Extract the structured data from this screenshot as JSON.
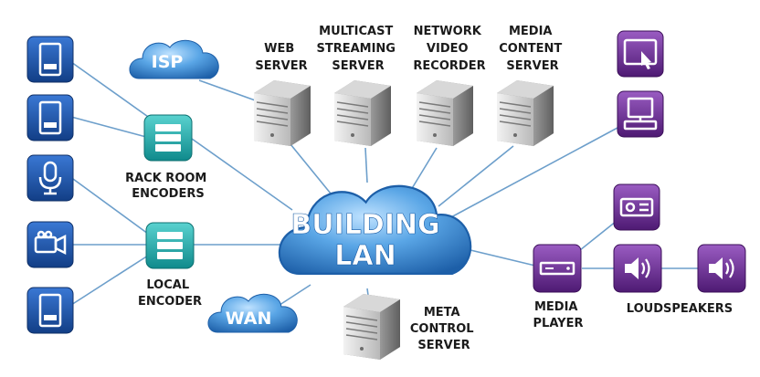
{
  "clouds": {
    "isp": "ISP",
    "wan": "WAN",
    "building_line1": "BUILDING",
    "building_line2": "LAN"
  },
  "servers": {
    "web": [
      "WEB",
      "SERVER"
    ],
    "multicast": [
      "MULTICAST",
      "STREAMING",
      "SERVER"
    ],
    "nvr": [
      "NETWORK",
      "VIDEO",
      "RECORDER"
    ],
    "media_content": [
      "MEDIA",
      "CONTENT",
      "SERVER"
    ],
    "meta_control": [
      "META",
      "CONTROL",
      "SERVER"
    ]
  },
  "encoders": {
    "rack_room": [
      "RACK ROOM",
      "ENCODERS"
    ],
    "local": [
      "LOCAL",
      "ENCODER"
    ]
  },
  "output": {
    "media_player": [
      "MEDIA",
      "PLAYER"
    ],
    "loudspeakers": "LOUDSPEAKERS"
  },
  "icons": {
    "left_column": [
      "phone-icon",
      "phone-icon",
      "microphone-icon",
      "video-camera-icon",
      "phone-icon"
    ],
    "right_column": [
      "touch-panel-icon",
      "computer-icon",
      "projector-icon",
      "loudspeaker-icon",
      "loudspeaker-icon"
    ]
  },
  "colors": {
    "blue_icon": "#1f4f9e",
    "teal_icon": "#1aa6a6",
    "purple_icon": "#6a2c8e",
    "cloud": "#3d8fd6",
    "line": "#6d9fcb"
  }
}
